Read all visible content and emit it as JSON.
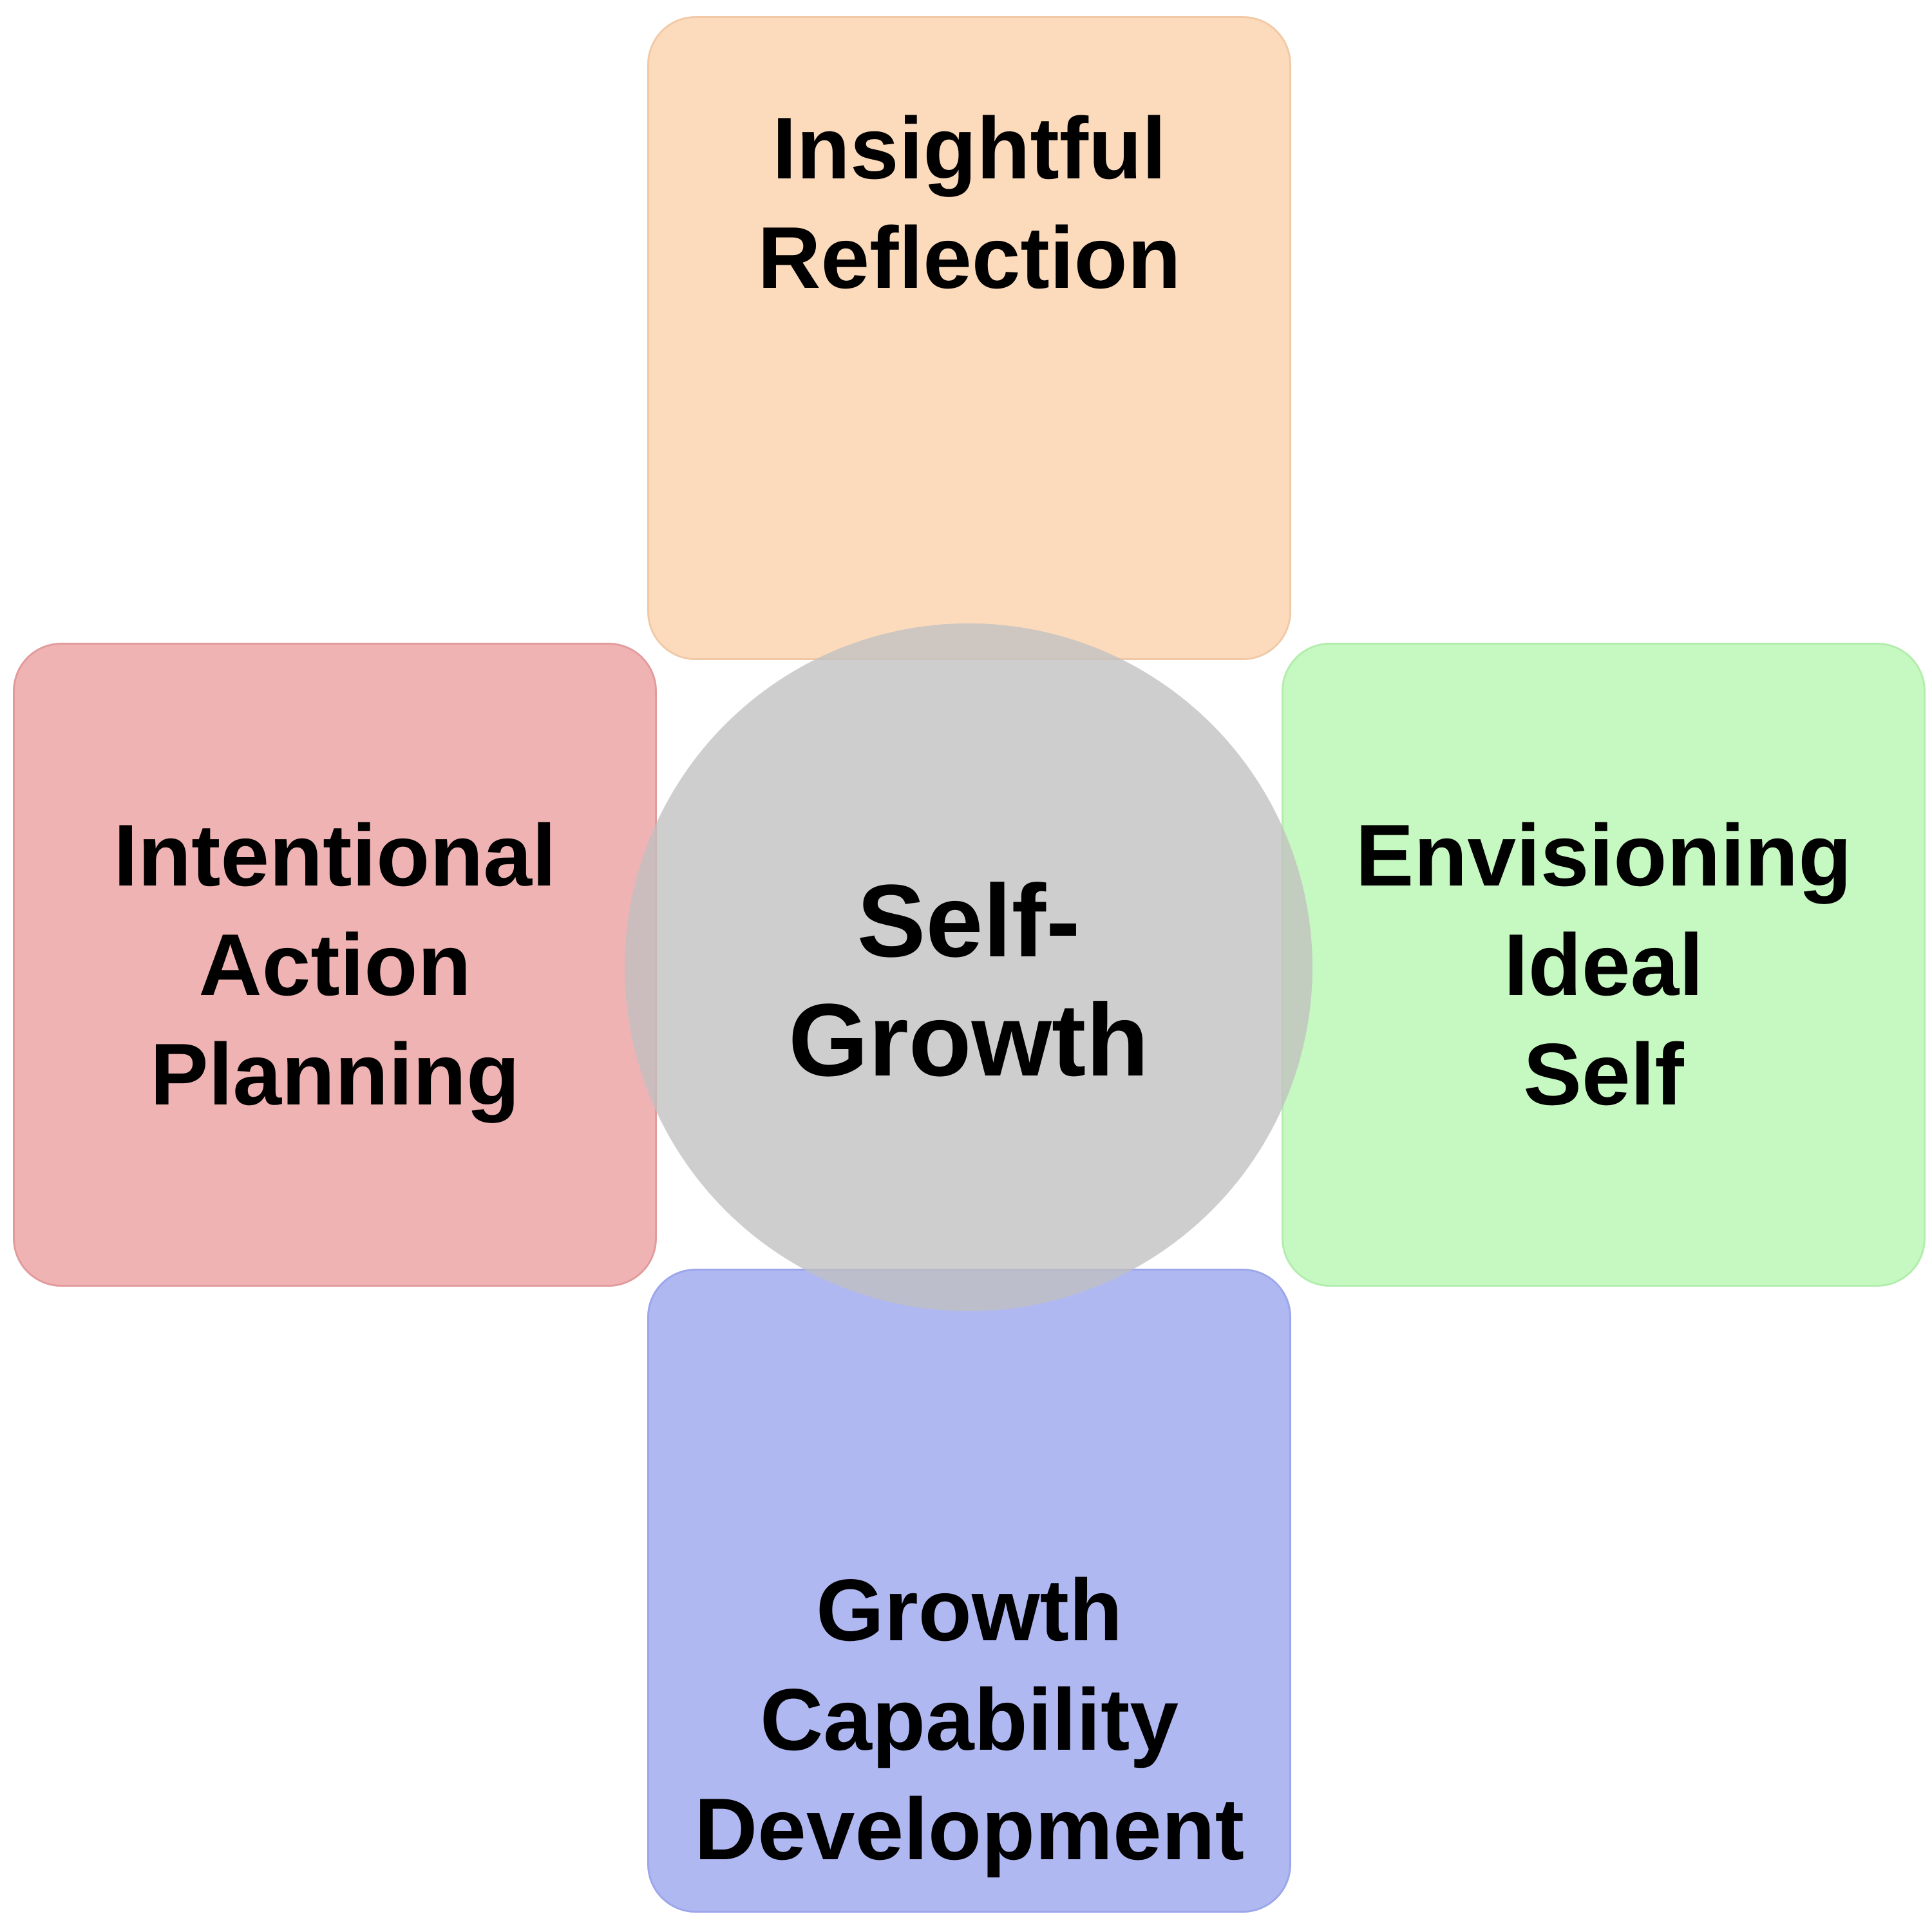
{
  "diagram": {
    "center": {
      "label": "Self-\nGrowth",
      "color": "#c0c0c0"
    },
    "boxes": {
      "top": {
        "label": "Insightful\nReflection",
        "color": "#fcdbbd"
      },
      "left": {
        "label": "Intentional\nAction\nPlanning",
        "color": "#efb3b4"
      },
      "right": {
        "label": "Envisioning\nIdeal\nSelf",
        "color": "#c6f8c1"
      },
      "bottom": {
        "label": "Growth\nCapability\nDevelopment",
        "color": "#b0b8f2"
      }
    }
  }
}
